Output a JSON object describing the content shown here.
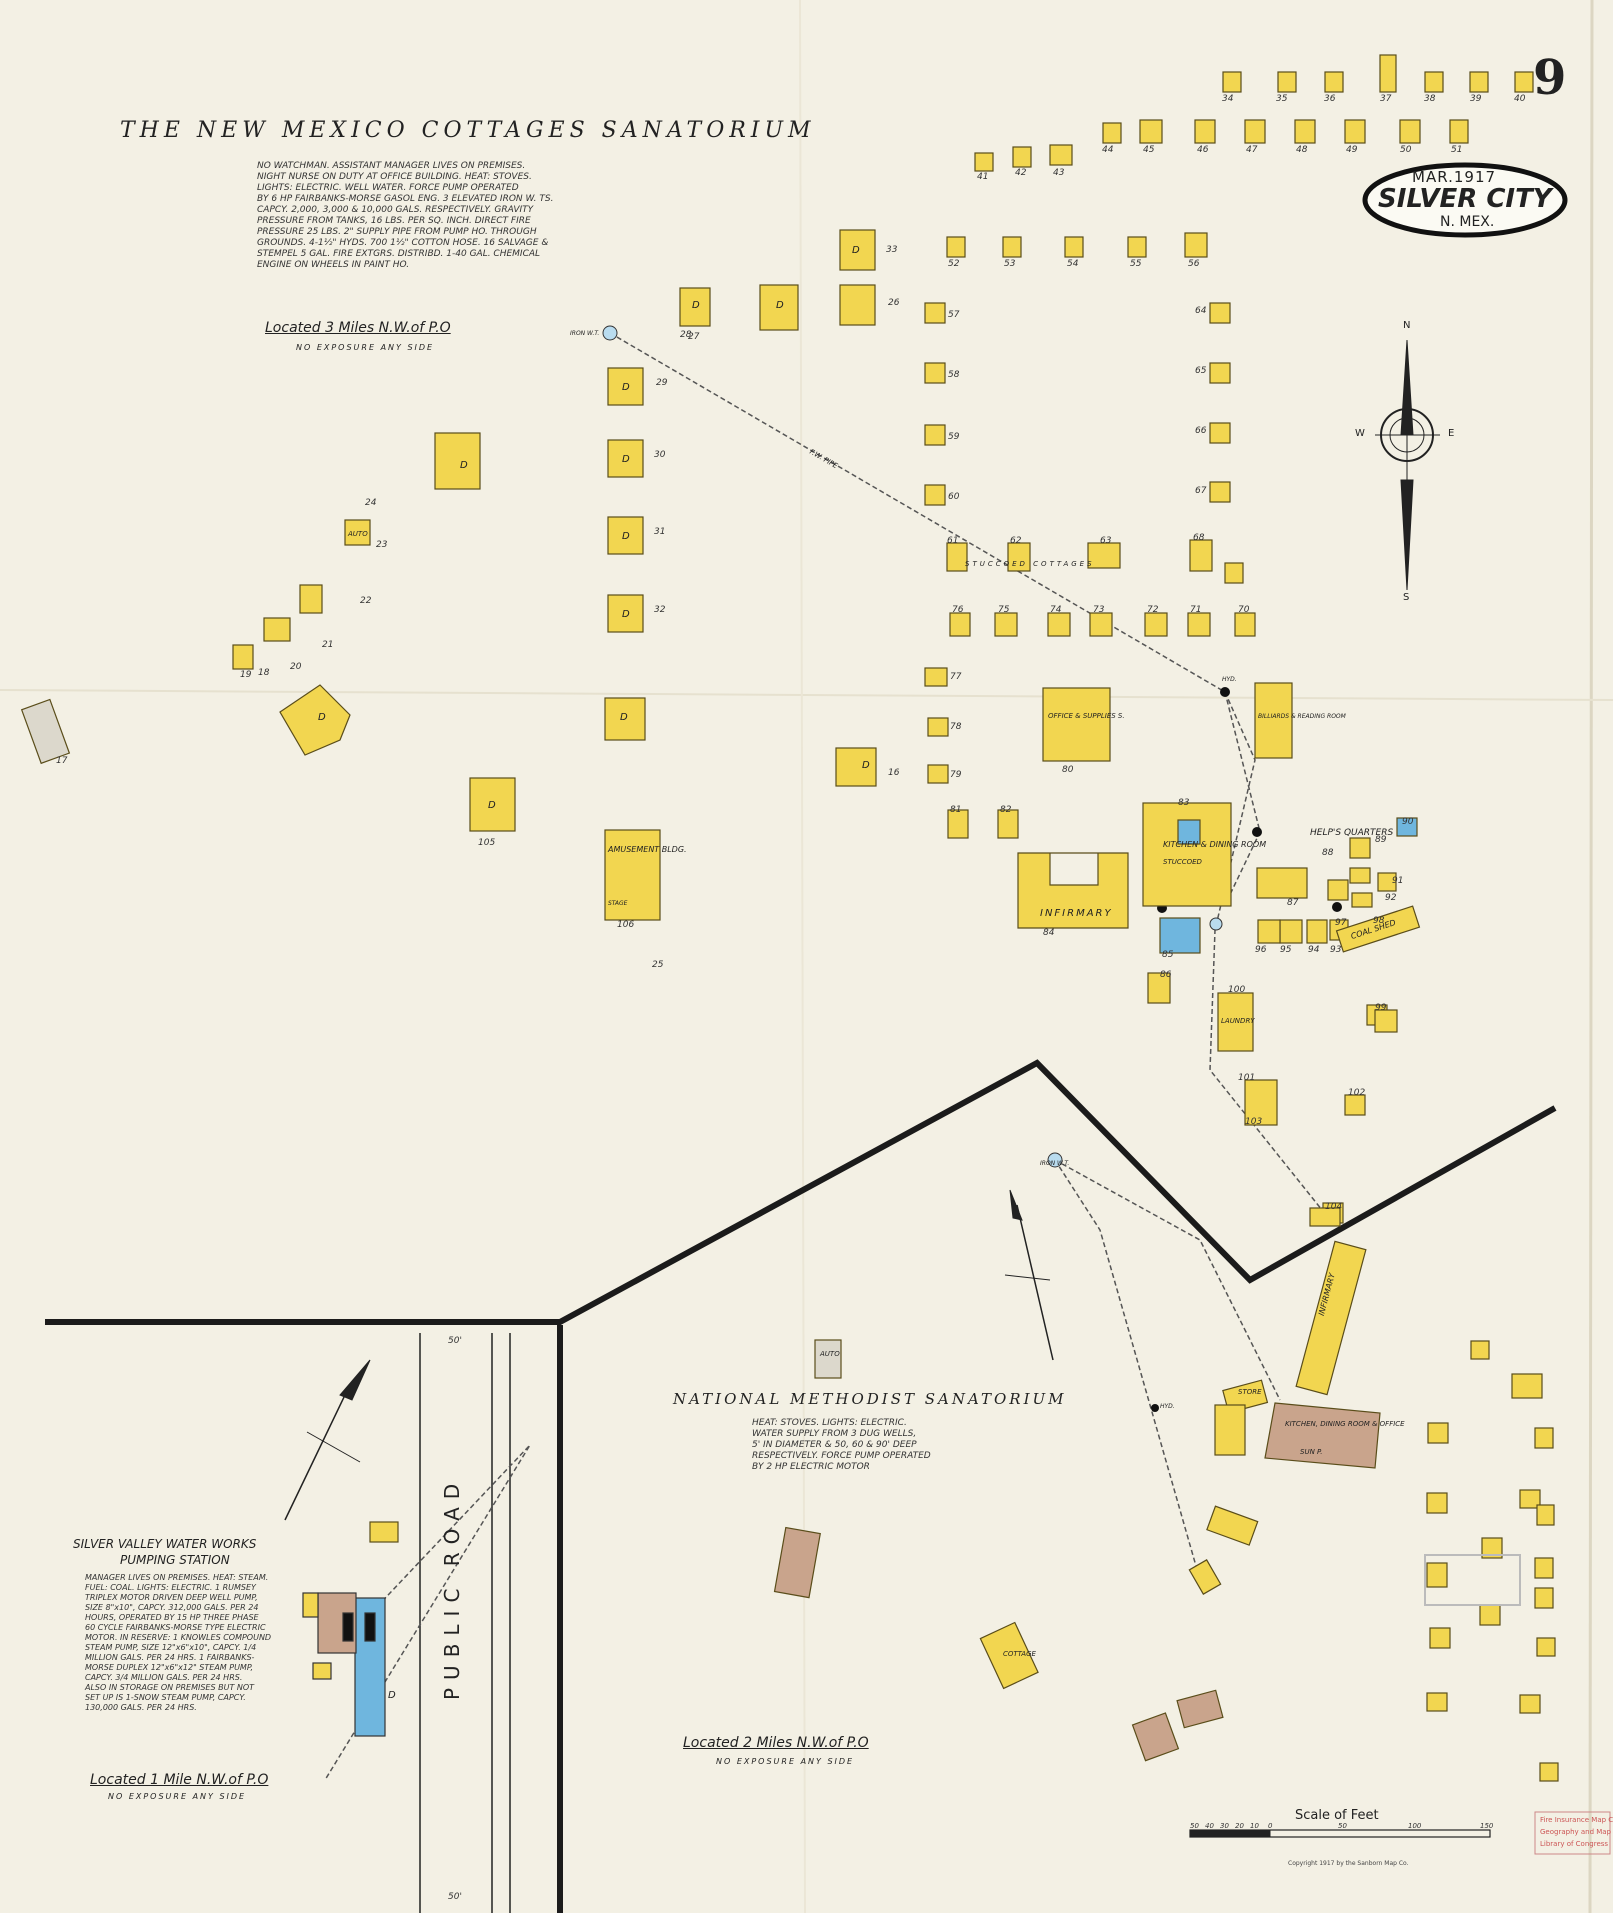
{
  "sheet_number": "9",
  "badge": {
    "date": "MAR.1917",
    "city": "SILVER CITY",
    "state": "N. MEX."
  },
  "compass": {
    "n": "N",
    "s": "S",
    "e": "E",
    "w": "W"
  },
  "cottages": {
    "title": "THE NEW MEXICO COTTAGES SANATORIUM",
    "notes": "NO WATCHMAN. ASSISTANT MANAGER LIVES ON PREMISES.\nNIGHT NURSE ON DUTY AT OFFICE BUILDING. HEAT: STOVES.\nLIGHTS: ELECTRIC. WELL WATER. FORCE PUMP OPERATED\nBY 6 HP FAIRBANKS-MORSE GASOL ENG. 3 ELEVATED IRON W. TS.\nCAPCY. 2,000, 3,000 & 10,000 GALS. RESPECTIVELY. GRAVITY\nPRESSURE FROM TANKS, 16 LBS. PER SQ. INCH. DIRECT FIRE\nPRESSURE 25 LBS. 2\" SUPPLY PIPE FROM PUMP HO. THROUGH\nGROUNDS. 4-1½\" HYDS. 700 1½\" COTTON HOSE. 16 SALVAGE &\nSTEMPEL 5 GAL. FIRE EXTGRS. DISTRIBD. 1-40 GAL. CHEMICAL\nENGINE ON WHEELS IN PAINT HO.",
    "location": "Located 3 Miles N.W.of P.O",
    "exposure": "NO EXPOSURE ANY SIDE"
  },
  "methodist": {
    "title": "NATIONAL METHODIST SANATORIUM",
    "notes": "HEAT: STOVES. LIGHTS: ELECTRIC.\nWATER SUPPLY FROM 3 DUG WELLS,\n5' IN DIAMETER & 50, 60 & 90' DEEP\nRESPECTIVELY. FORCE PUMP OPERATED\nBY 2 HP ELECTRIC MOTOR",
    "location": "Located 2 Miles N.W.of P.O",
    "exposure": "NO EXPOSURE ANY SIDE"
  },
  "waterworks": {
    "title_line1": "SILVER VALLEY WATER WORKS",
    "title_line2": "PUMPING STATION",
    "notes": "MANAGER LIVES ON PREMISES. HEAT: STEAM.\nFUEL: COAL. LIGHTS: ELECTRIC. 1 RUMSEY\nTRIPLEX MOTOR DRIVEN DEEP WELL PUMP,\nSIZE 8\"x10\", CAPCY. 312,000 GALS. PER 24\nHOURS, OPERATED BY 15 HP THREE PHASE\n60 CYCLE FAIRBANKS-MORSE TYPE ELECTRIC\nMOTOR. IN RESERVE: 1 KNOWLES COMPOUND\nSTEAM PUMP, SIZE 12\"x6\"x10\", CAPCY. 1/4\nMILLION GALS. PER 24 HRS. 1 FAIRBANKS-\nMORSE DUPLEX 12\"x6\"x12\" STEAM PUMP,\nCAPCY. 3/4 MILLION GALS. PER 24 HRS.\nALSO IN STORAGE ON PREMISES BUT NOT\nSET UP IS 1-SNOW STEAM PUMP, CAPCY.\n130,000 GALS. PER 24 HRS.",
    "location": "Located 1 Mile N.W.of P.O",
    "exposure": "NO EXPOSURE ANY SIDE"
  },
  "road": {
    "label": "PUBLIC ROAD",
    "width_top": "50'",
    "width_bottom": "50'"
  },
  "labels": {
    "infirmary": "INFIRMARY",
    "kitchen": "KITCHEN & DINING ROOM",
    "stuccoed": "STUCCOED",
    "office": "OFFICE & SUPPLIES S.",
    "billiards": "BILLIARDS & READING ROOM",
    "amusement": "AMUSEMENT BLDG.",
    "helps": "HELP'S QUARTERS",
    "coal": "COAL SHED",
    "laundry": "LAUNDRY",
    "stucco_cottages": "STUCCOED COTTAGES",
    "infirmary2": "INFIRMARY",
    "kitchen2": "KITCHEN, DINING ROOM & OFFICE",
    "sun": "SUN P.",
    "store": "STORE",
    "cottage": "COTTAGE",
    "dwelling": "D",
    "stage": "STAGE",
    "auto": "AUTO",
    "fw_pipe": "F.W. PIPE",
    "hyd": "HYD.",
    "iron_wt": "IRON W.T."
  },
  "scale": {
    "label": "Scale of Feet",
    "ticks": [
      "50",
      "40",
      "30",
      "20",
      "10",
      "0",
      "50",
      "100",
      "150"
    ]
  },
  "copyright": "Copyright 1917 by the Sanborn Map Co.",
  "stamp": [
    "Fire Insurance Map Collection",
    "Geography and Map Division",
    "Library of Congress"
  ],
  "numbers": {
    "top_row": [
      "34",
      "35",
      "36",
      "37",
      "38",
      "39",
      "40"
    ],
    "second_row": [
      "44",
      "45",
      "46",
      "47",
      "48",
      "49",
      "50",
      "51"
    ],
    "third_row": [
      "41",
      "42",
      "43"
    ],
    "stucco_row": [
      "52",
      "53",
      "54",
      "55",
      "56"
    ],
    "left_col": [
      "57",
      "58",
      "59",
      "60"
    ],
    "right_col": [
      "64",
      "65",
      "66",
      "67"
    ],
    "mid_row": [
      "61",
      "62",
      "63",
      "68"
    ],
    "low_row": [
      "76",
      "75",
      "74",
      "73",
      "72",
      "71",
      "70"
    ],
    "left_col2": [
      "77",
      "78",
      "79",
      "81",
      "82"
    ],
    "dwellings": [
      "28",
      "29",
      "30",
      "31",
      "32",
      "33",
      "26",
      "27",
      "25",
      "24",
      "23",
      "22",
      "21",
      "20",
      "19",
      "18",
      "17",
      "16",
      "80",
      "83",
      "84",
      "85",
      "86",
      "87",
      "88",
      "89",
      "90",
      "91",
      "92",
      "93",
      "94",
      "95",
      "96",
      "97",
      "98",
      "99",
      "100",
      "101",
      "102",
      "103",
      "104",
      "105",
      "106"
    ]
  },
  "colors": {
    "frame": "#f2d650",
    "frame_edge": "#5a4d1a",
    "brick": "#c9a48c",
    "stone": "#6fb6de",
    "paper": "#f3f0e4",
    "line": "#1b1b1b"
  }
}
